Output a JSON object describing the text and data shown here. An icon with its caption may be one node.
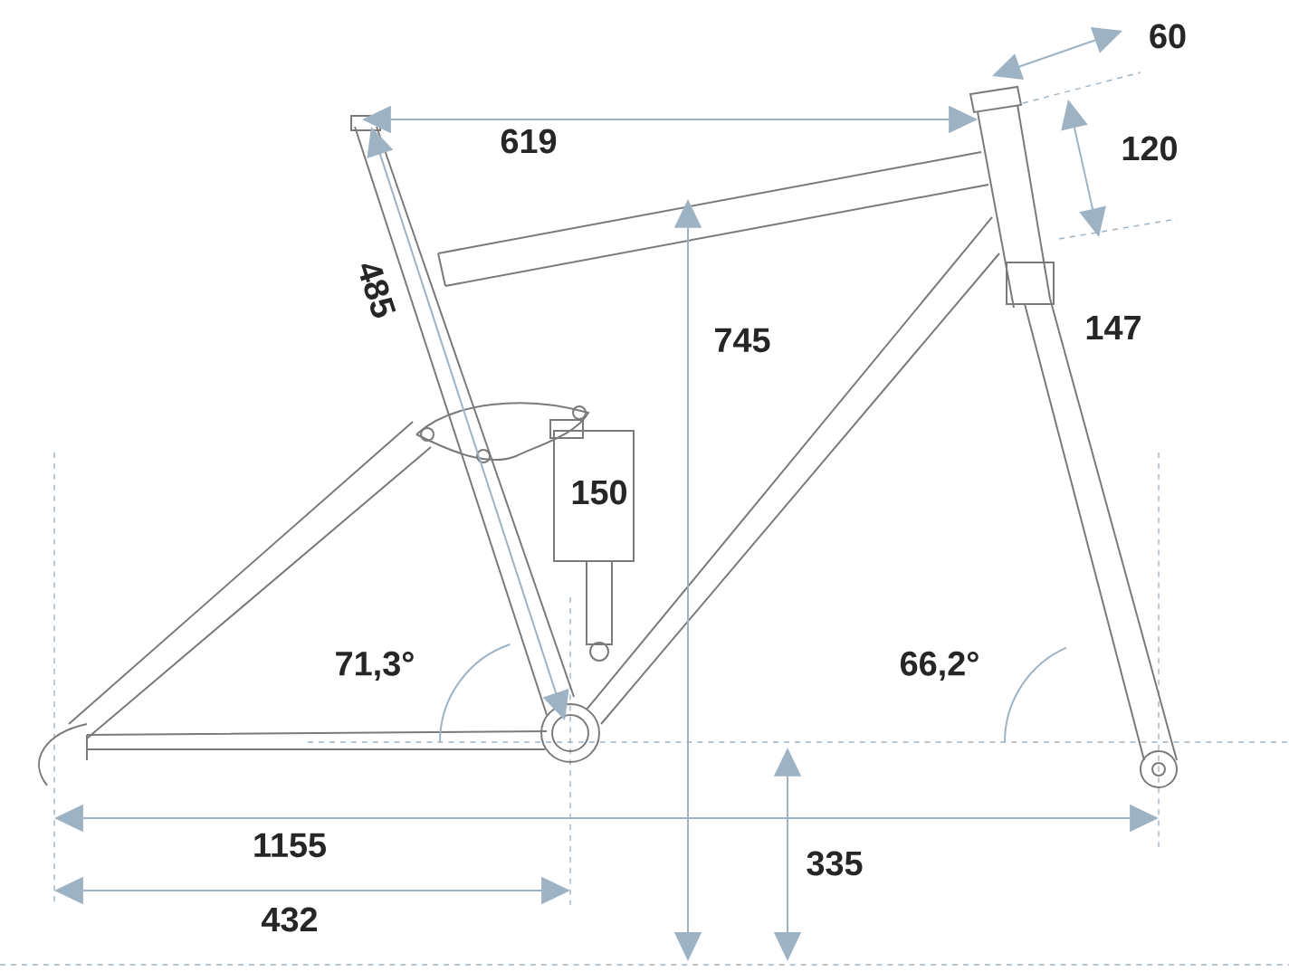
{
  "diagram": {
    "labels": [
      "60",
      "619",
      "120",
      "485",
      "745",
      "147",
      "150",
      "71,3°",
      "66,2°",
      "1155",
      "335",
      "432"
    ]
  }
}
